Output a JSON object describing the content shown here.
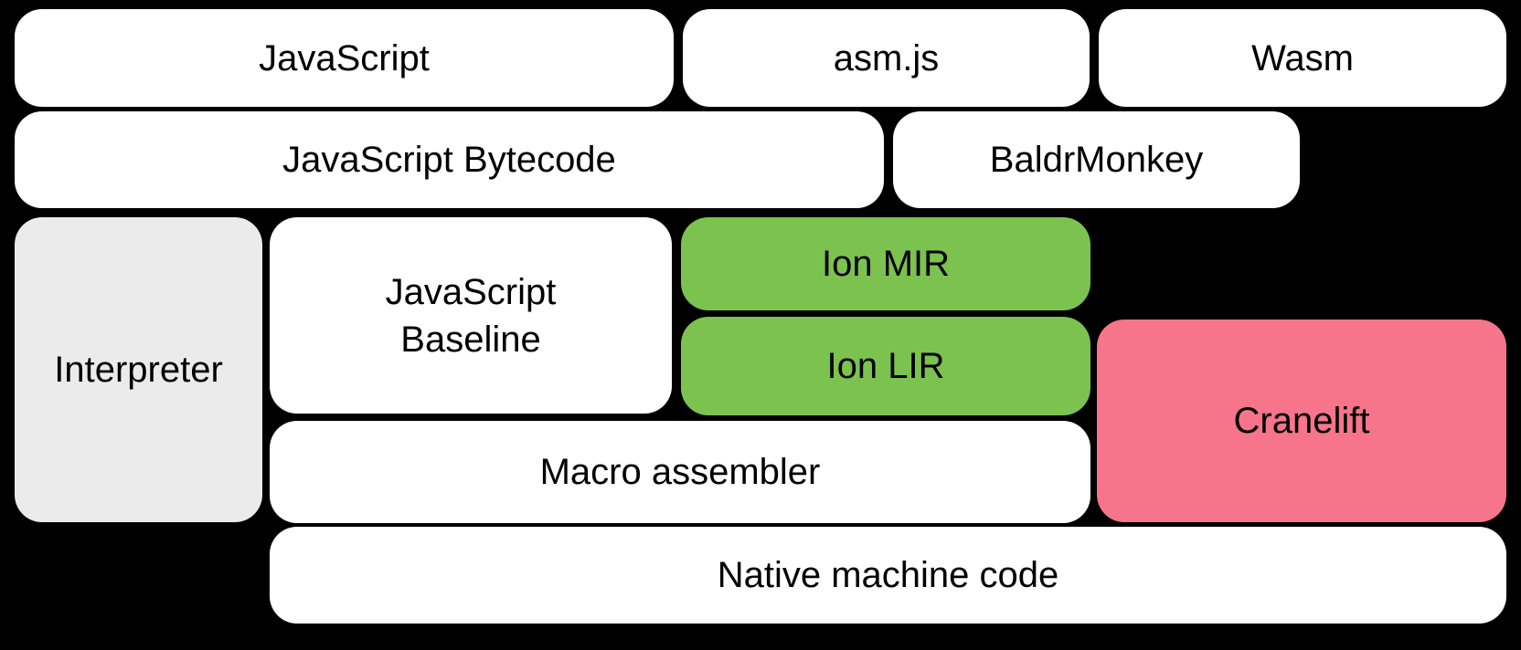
{
  "diagram": {
    "boxes": {
      "javascript": {
        "label": "JavaScript"
      },
      "asmjs": {
        "label": "asm.js"
      },
      "wasm": {
        "label": "Wasm"
      },
      "js_bytecode": {
        "label": "JavaScript Bytecode"
      },
      "baldrmonkey": {
        "label": "BaldrMonkey"
      },
      "interpreter": {
        "label": "Interpreter"
      },
      "js_baseline": {
        "lines": [
          "JavaScript",
          "Baseline"
        ]
      },
      "ion_mir": {
        "label": "Ion MIR"
      },
      "ion_lir": {
        "label": "Ion LIR"
      },
      "cranelift": {
        "label": "Cranelift"
      },
      "macro_assembler": {
        "label": "Macro assembler"
      },
      "native_machine_code": {
        "label": "Native machine code"
      }
    },
    "colors": {
      "background": "#000000",
      "default_box": "#ffffff",
      "interpreter_box": "#ebebeb",
      "ion_box": "#7cc24f",
      "cranelift_box": "#f6758a",
      "text": "#000000"
    }
  }
}
